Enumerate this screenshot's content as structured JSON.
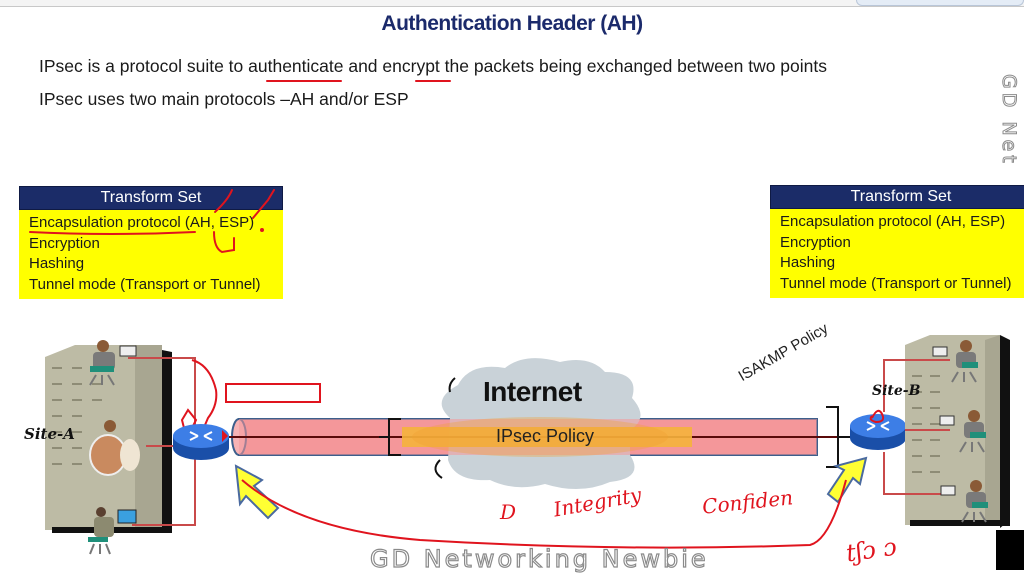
{
  "slide": {
    "title": "Authentication Header (AH)",
    "bullets": [
      "IPsec is a protocol suite to authenticate and encrypt the packets being exchanged between two points",
      "IPsec uses two main protocols –AH and/or ESP"
    ]
  },
  "transform_set_left": {
    "header": "Transform Set",
    "items": [
      "Encapsulation protocol (AH, ESP)",
      "Encryption",
      "Hashing",
      "Tunnel mode (Transport or Tunnel)"
    ]
  },
  "transform_set_right": {
    "header": "Transform Set",
    "items": [
      "Encapsulation protocol (AH, ESP)",
      "Encryption",
      "Hashing",
      "Tunnel mode (Transport or Tunnel)"
    ]
  },
  "diagram": {
    "cloud_label": "Internet",
    "tunnel_label": "IPsec Policy",
    "isakmp_label": "ISAKMP Policy",
    "site_a_label": "Site-A",
    "site_b_label": "Site-B"
  },
  "annotations": {
    "integrity": "Integrity",
    "confidentiality": "Confiden",
    "arrow_mark": "D",
    "bottom_right": "tʃɔ ɔ"
  },
  "watermark": {
    "bottom": "GD Networking Newbie",
    "side": "GD Net"
  },
  "colors": {
    "title": "#1b2a6b",
    "ts_header": "#1b2c68",
    "ts_body": "#ffff00",
    "tunnel": "#f4979a",
    "policy_bar": "#f5b23c",
    "ink": "#e0141e",
    "router": "#2f6fd8",
    "cloud": "#c9d2d8"
  }
}
